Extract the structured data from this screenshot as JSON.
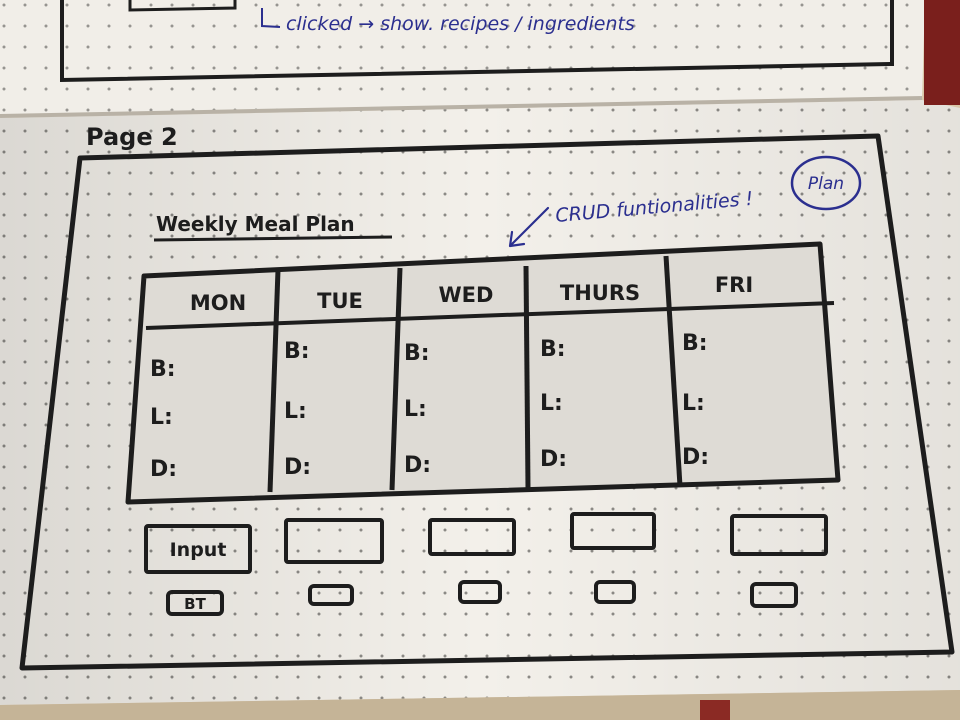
{
  "top_section": {
    "annotation": "clicked → show. recipes / ingredients"
  },
  "page_label": "Page 2",
  "frame": {
    "title": "Weekly Meal Plan",
    "crud_note": "CRUD funtionalities !",
    "plan_circle": "Plan"
  },
  "table": {
    "days": [
      "MON",
      "TUE",
      "WED",
      "THURS",
      "FRI"
    ],
    "meal_rows": [
      "B:",
      "L:",
      "D:"
    ]
  },
  "inputs": {
    "first_label": "Input",
    "button_label": "BT"
  },
  "colors": {
    "paper": "#f3f0ea",
    "ink": "#1d1d1d",
    "blue_ink": "#2b2f8f",
    "dots": "#8c8a86",
    "table_bg": "#dedbd5"
  }
}
